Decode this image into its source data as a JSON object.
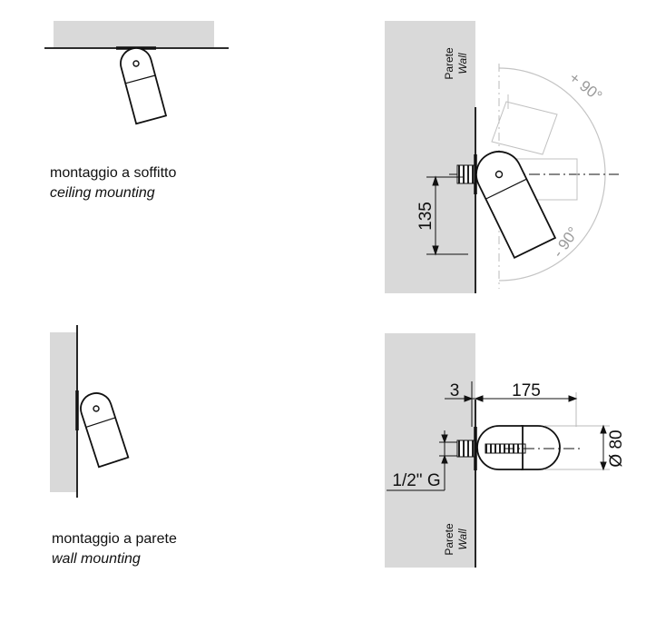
{
  "ceiling": {
    "label_it": "montaggio a soffitto",
    "label_en": "ceiling mounting"
  },
  "wall": {
    "label_it": "montaggio a parete",
    "label_en": "wall mounting"
  },
  "wall_tag": {
    "it": "Parete",
    "en": "Wall"
  },
  "dims": {
    "height_135": "135",
    "angle_plus": "+ 90°",
    "angle_minus": "- 90°",
    "thickness_3": "3",
    "length_175": "175",
    "diameter_80": "Ø 80",
    "thread": "1/2\" G"
  },
  "colors": {
    "wall_fill": "#d9d9d9",
    "line": "#111111",
    "ghost": "#b5b5b5"
  }
}
